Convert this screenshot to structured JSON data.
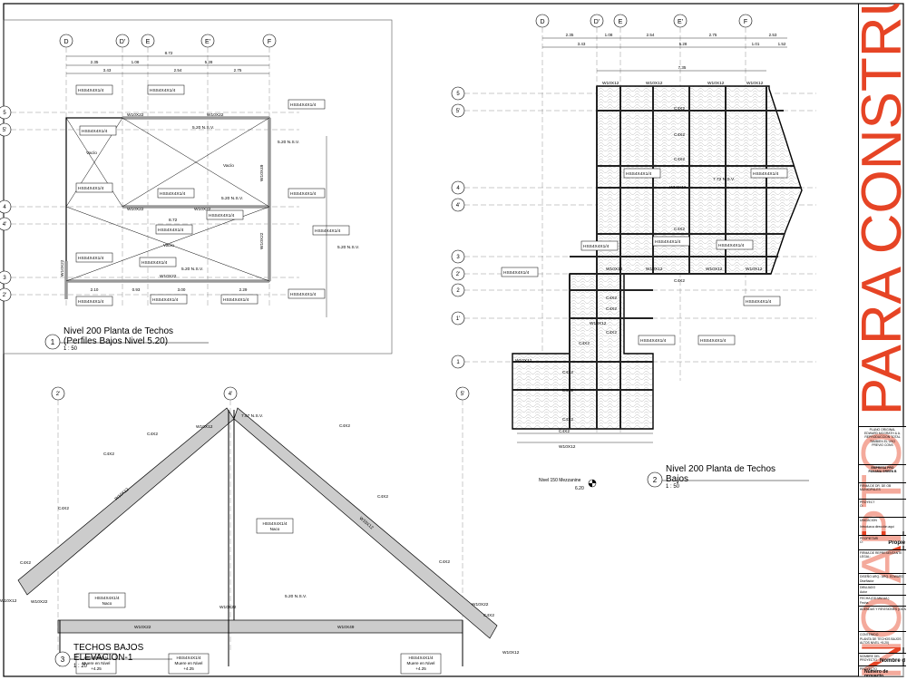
{
  "sheet": {
    "stamp_text": "NO APTO PARA CONSTRUCCION"
  },
  "view1": {
    "title": "Nivel 200 Planta de Techos",
    "subtitle": "(Perfiles Bajos Nivel 5.20)",
    "number": "1",
    "scale": "1 : 50",
    "grid_cols": [
      "D",
      "D'",
      "E",
      "E'",
      "F"
    ],
    "grid_rows": [
      "5",
      "5'",
      "4",
      "4'",
      "3",
      "2'"
    ],
    "dims_top_total": "8.72",
    "dims_top_mid": [
      "2.35",
      "1.08",
      "5.28"
    ],
    "dims_top_low": [
      "3.43",
      "2.54",
      "2.75"
    ],
    "dims_bottom": [
      "2.10",
      "0.93",
      "3.00",
      "2.29"
    ],
    "labels": [
      "HSS4X4X1/4",
      "W10X22",
      "W10X49",
      "Vacío",
      "5.20 N.S.V.",
      "8.72"
    ]
  },
  "view2": {
    "title": "Nivel 200 Planta de Techos",
    "subtitle": "Bajos",
    "number": "2",
    "scale": "1 : 50",
    "grid_cols": [
      "D",
      "D'",
      "E",
      "E'",
      "F"
    ],
    "grid_rows": [
      "5",
      "5'",
      "4",
      "4'",
      "3",
      "2'",
      "2",
      "1'",
      "1"
    ],
    "dims_top_row1": [
      "2.35",
      "1.08",
      "2.54",
      "2.75",
      "2.53"
    ],
    "dims_top_row2": [
      "3.43",
      "5.28",
      "1.01",
      "1.52"
    ],
    "dim_7_35": "7.35",
    "mezz_label": "Nivel 150 Mezzanine",
    "mezz_value": "6.20",
    "labels": [
      "W10X12",
      "C4X2",
      "HSS4X4X1/4",
      "7.72 N.S.V."
    ]
  },
  "view3": {
    "title": "TECHOS BAJOS",
    "subtitle": "ELEVACION-1",
    "number": "3",
    "scale": "1 : 20",
    "grid": [
      "2'",
      "4'",
      "5'"
    ],
    "labels": {
      "nsv_top": "7.57 N.S.V.",
      "nsv_mid": "5.20 N.S.V.",
      "w10x12": "W10X12",
      "w10x22": "W10X22",
      "w10x49": "W10X49",
      "c4x2": "C4X2",
      "hss_naco": "HSS4X4X1/4\nNaco",
      "hss_muere": "HSS4X4X1/4\nMuere en Nivel\n+4.25"
    }
  },
  "titleblock": {
    "orig": "PLANO ORIGINAL\nEDWARD MCGRATH & A.\nREPRODUCCION TOTAL\nTAMBIEN EL USO\nPREVIO CONS",
    "company": "EMPRESA PRO\nPANAMA GREEN B",
    "firma_dr": "FIRMA DE DR. DE OB\nMUNICIPALES",
    "proyecto_lbl": "PROYECT\nO:",
    "ubicacion_lbl": "UBICACION",
    "ubicacion_val": "Introduzca dirección aquí",
    "propietario_lbl": "PROPIETARI\nO:",
    "propietario_val": "Propie",
    "firma_rep": "FIRMA DE REPRESENTANTE\nLEGAL:",
    "diseno": "DISEÑO ARQ.: ARQ. EDWARD",
    "disenador": "Diseñador",
    "dibujado": "DIBUJADO",
    "autor": "Autor",
    "fecha": "FECHA (DD.MM.AA.)",
    "fecha_val": "Fecha",
    "adendas": "ADENDAS Y REVISIONES (DD.M",
    "contenido_lbl": "CONTENIDO",
    "contenido_val": "PLANTA DE TECHOS BAJOS\nALTOS NIVEL +5.20)",
    "nombre_lbl": "NOMBRE DEL\nPROYECTO",
    "nombre_val": "Nombre d",
    "numero_lbl": "PROYECTO",
    "numero_val": "Número de\nproyecto"
  }
}
